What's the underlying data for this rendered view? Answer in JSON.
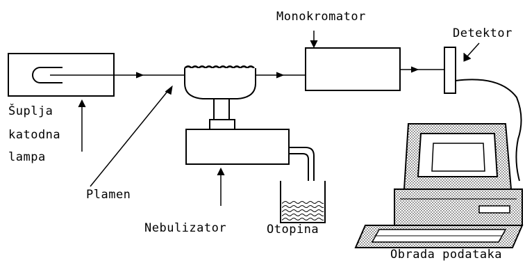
{
  "labels": {
    "monochromator": "Monokromator",
    "detector": "Detektor",
    "lamp_line1": "Šuplja",
    "lamp_line2": "katodna",
    "lamp_line3": "lampa",
    "flame": "Plamen",
    "nebulizer": "Nebulizator",
    "solution": "Otopina",
    "data_processing": "Obrada podataka"
  },
  "colors": {
    "stroke": "#000000",
    "background": "#ffffff"
  }
}
